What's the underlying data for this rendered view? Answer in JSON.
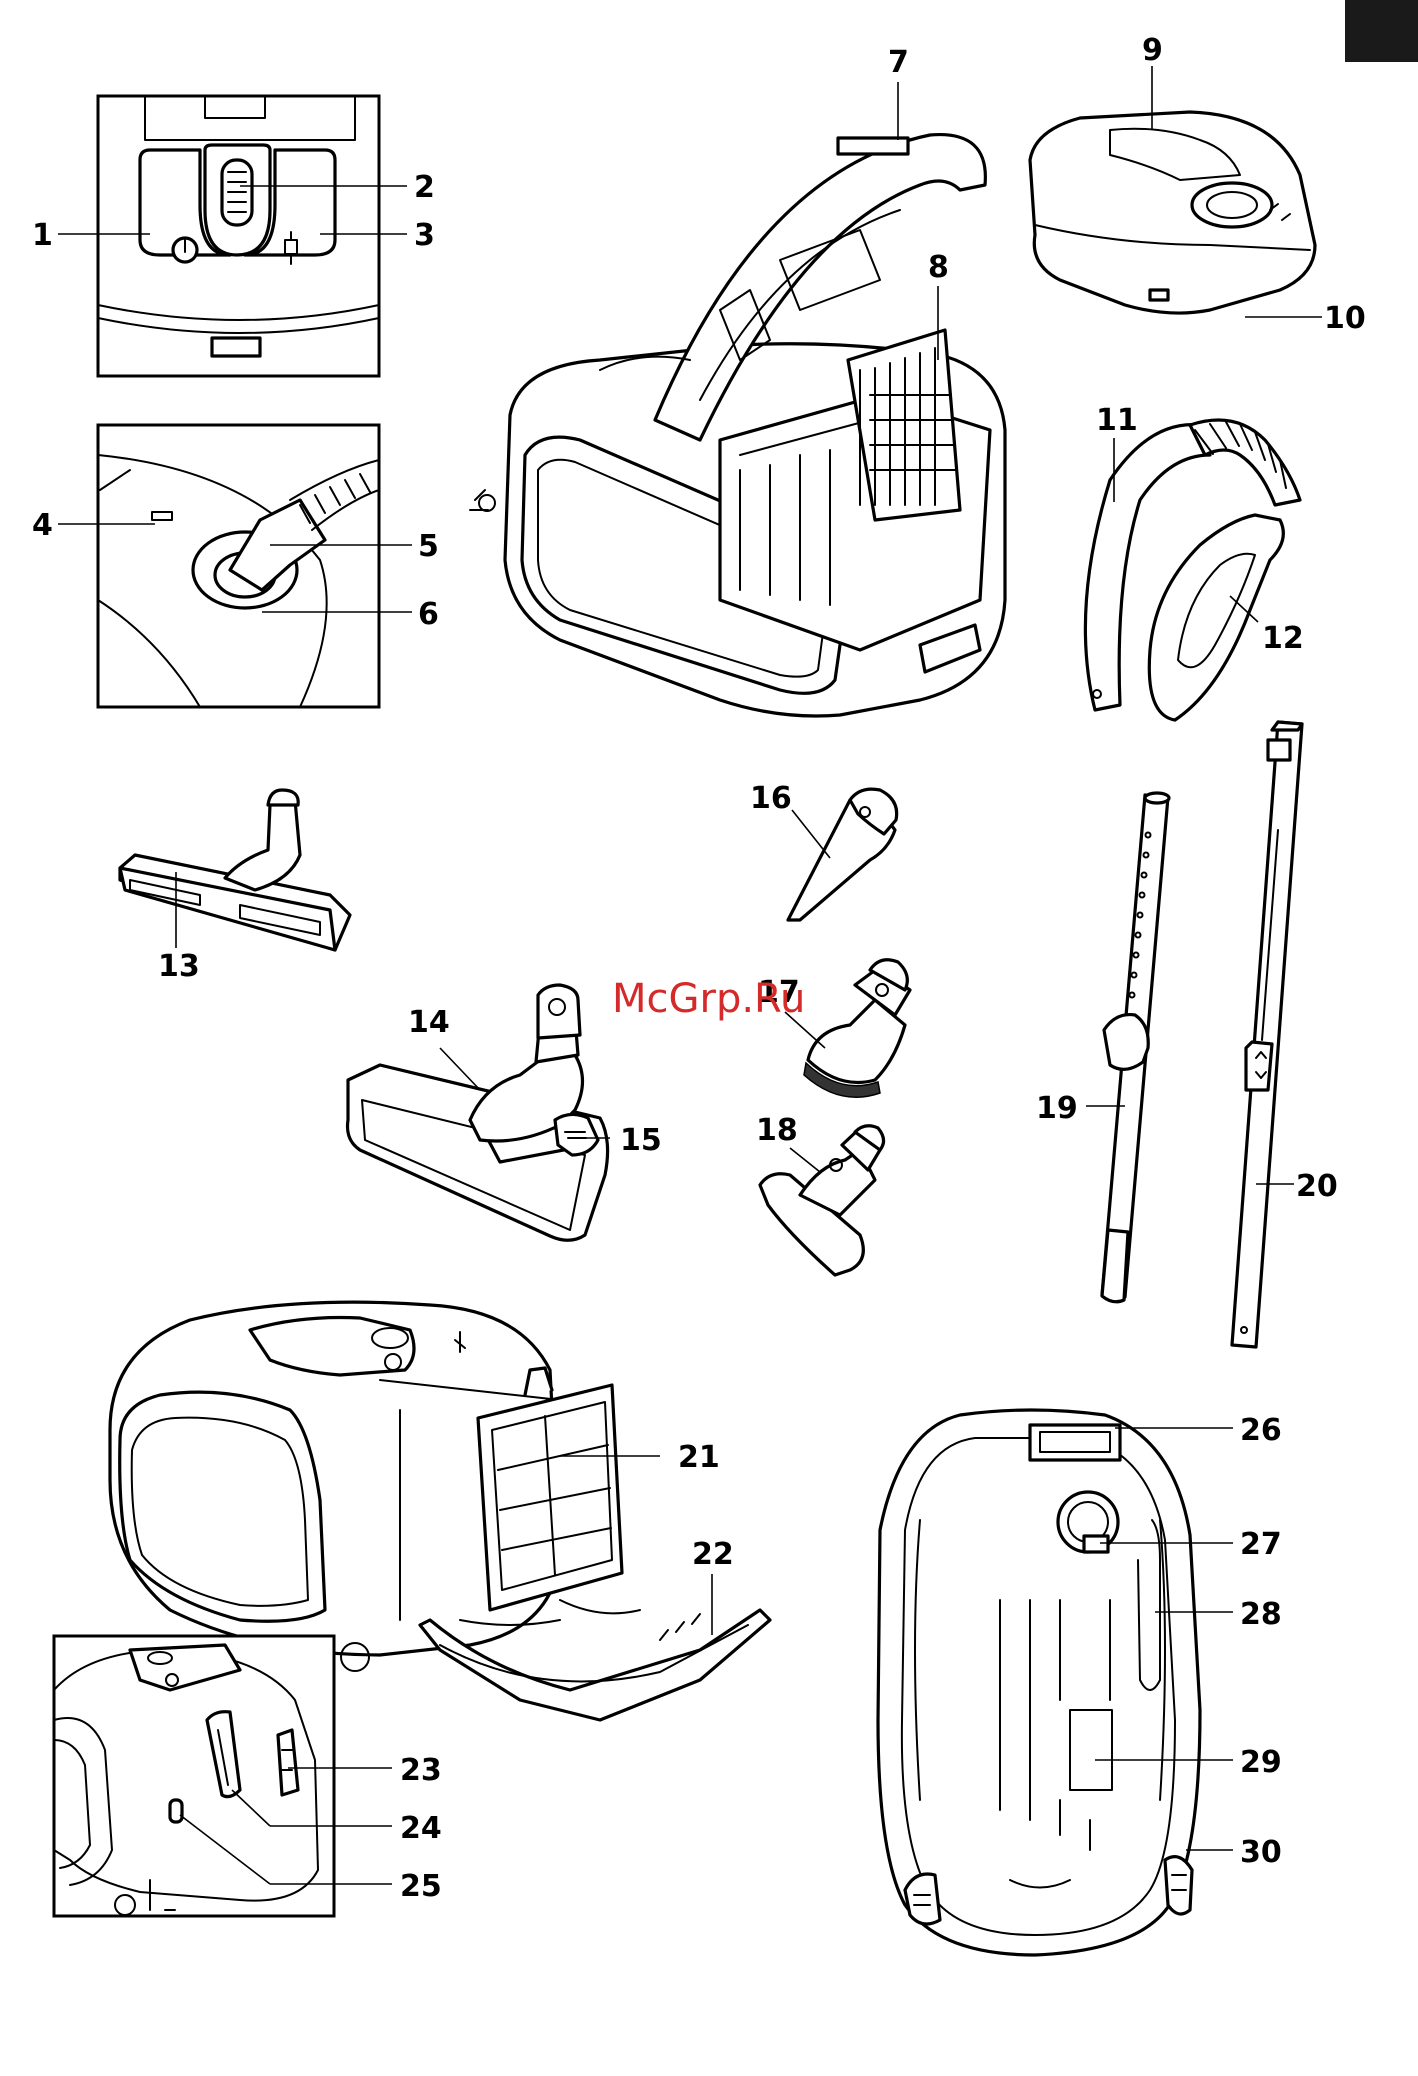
{
  "watermark": "McGrp.Ru",
  "colors": {
    "ink": "#000000",
    "watermark": "#d42a2a",
    "paper": "#ffffff",
    "corner_tab": "#1a1a1a"
  },
  "labels": {
    "l1": "1",
    "l2": "2",
    "l3": "3",
    "l4": "4",
    "l5": "5",
    "l6": "6",
    "l7": "7",
    "l8": "8",
    "l9": "9",
    "l10": "10",
    "l11": "11",
    "l12": "12",
    "l13": "13",
    "l14": "14",
    "l15": "15",
    "l16": "16",
    "l17": "17",
    "l18": "18",
    "l19": "19",
    "l20": "20",
    "l21": "21",
    "l22": "22",
    "l23": "23",
    "l24": "24",
    "l25": "25",
    "l26": "26",
    "l27": "27",
    "l28": "28",
    "l29": "29",
    "l30": "30"
  }
}
